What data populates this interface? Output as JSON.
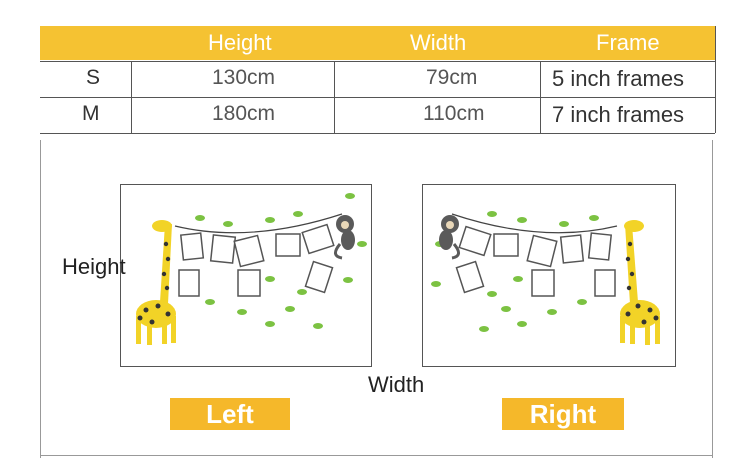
{
  "table": {
    "headers": {
      "height": "Height",
      "width": "Width",
      "frame": "Frame"
    },
    "rows": [
      {
        "size": "S",
        "height": "130cm",
        "width": "79cm",
        "frame": "5 inch frames"
      },
      {
        "size": "M",
        "height": "180cm",
        "width": "110cm",
        "frame": "7 inch frames"
      }
    ]
  },
  "diagram": {
    "height_label": "Height",
    "width_label": "Width",
    "left_label": "Left",
    "right_label": "Right"
  },
  "colors": {
    "accent_yellow": "#f5c232",
    "leaf_green": "#7cc242",
    "giraffe_yellow": "#f2d327",
    "monkey_gray": "#5a5a5a"
  }
}
